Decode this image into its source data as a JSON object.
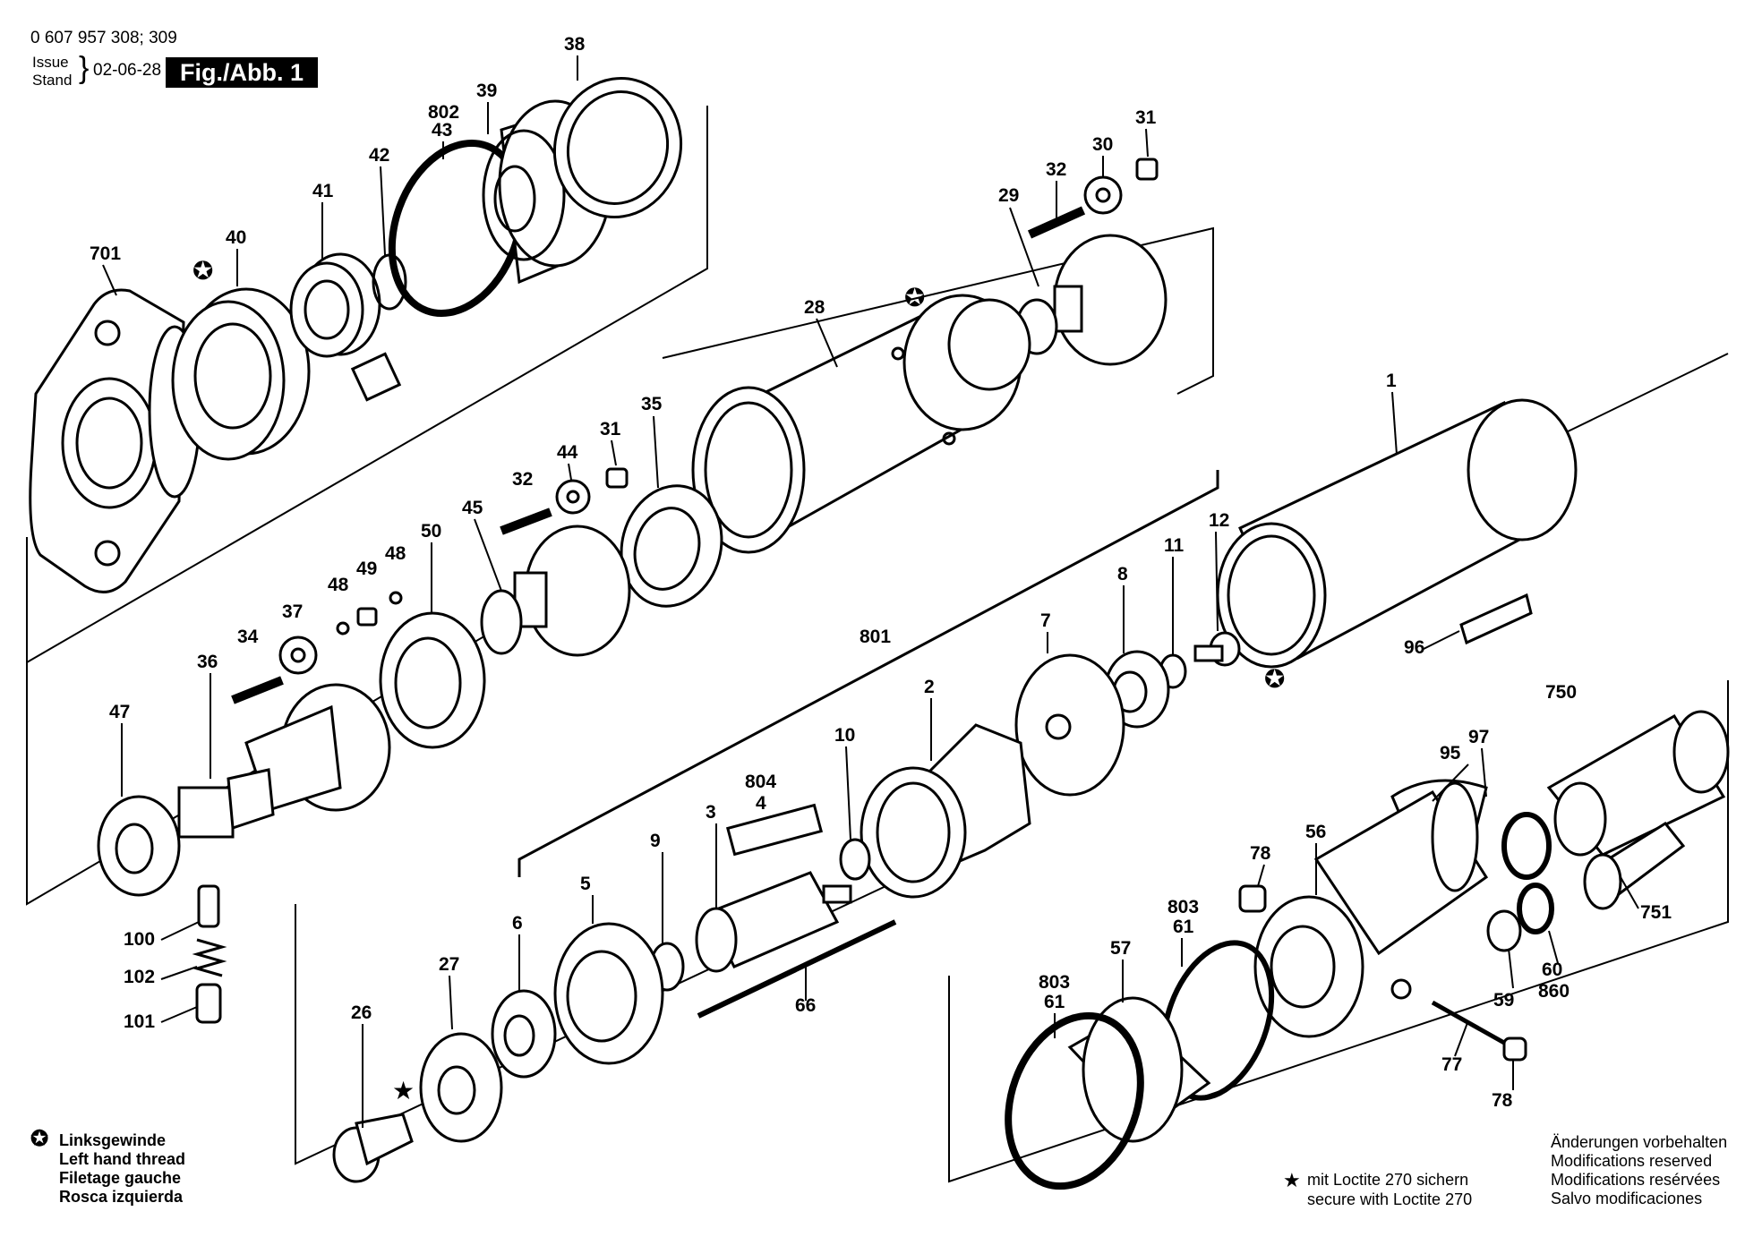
{
  "header": {
    "part_number": "0 607 957 308; 309",
    "issue_label": "Issue",
    "stand_label": "Stand",
    "date": "02-06-28",
    "figure": "Fig./Abb. 1"
  },
  "legend_left": {
    "symbol": "✪",
    "lines": [
      "Linksgewinde",
      "Left hand thread",
      "Filetage gauche",
      "Rosca izquierda"
    ]
  },
  "legend_mid": {
    "symbol": "★",
    "lines": [
      "mit Loctite 270 sichern",
      "secure with Loctite 270"
    ]
  },
  "legend_right": {
    "lines": [
      "Änderungen vorbehalten",
      "Modifications reserved",
      "Modifications resérvées",
      "Salvo modificaciones"
    ]
  },
  "labels": {
    "l701": "701",
    "l40": "40",
    "l41": "41",
    "l42": "42",
    "l802": "802",
    "l43": "43",
    "l39": "39",
    "l38": "38",
    "l31a": "31",
    "l30": "30",
    "l32a": "32",
    "l29": "29",
    "l28": "28",
    "l1": "1",
    "l35": "35",
    "l31b": "31",
    "l44": "44",
    "l32b": "32",
    "l45": "45",
    "l50": "50",
    "l48a": "48",
    "l49": "49",
    "l48b": "48",
    "l37": "37",
    "l34": "34",
    "l36": "36",
    "l47": "47",
    "l100": "100",
    "l102": "102",
    "l101": "101",
    "l12": "12",
    "l11": "11",
    "l8": "8",
    "l7": "7",
    "l801": "801",
    "l2": "2",
    "l10": "10",
    "l804": "804",
    "l4": "4",
    "l3": "3",
    "l9": "9",
    "l5": "5",
    "l6": "6",
    "l66": "66",
    "l27": "27",
    "l26": "26",
    "l96": "96",
    "l750": "750",
    "l95": "95",
    "l97": "97",
    "l78a": "78",
    "l56": "56",
    "l803a": "803",
    "l61a": "61",
    "l803b": "803",
    "l61b": "61",
    "l57": "57",
    "l751": "751",
    "l59": "59",
    "l60": "60",
    "l860": "860",
    "l77": "77",
    "l78b": "78"
  }
}
